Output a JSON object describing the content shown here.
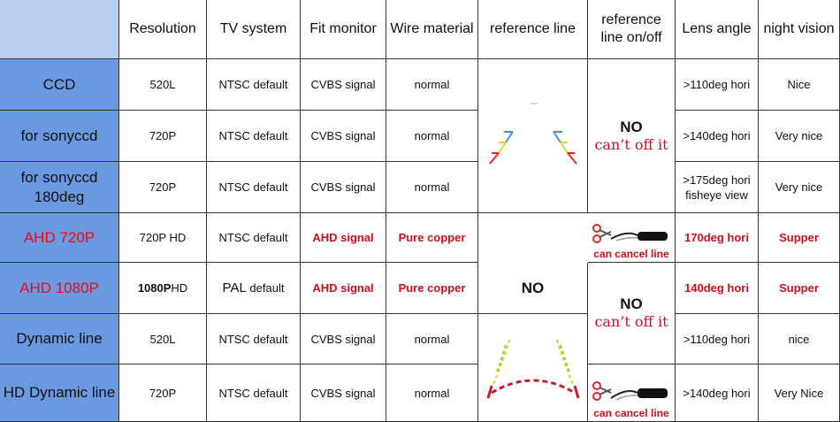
{
  "headers": {
    "resolution": "Resolution",
    "tv_system": "TV system",
    "fit_monitor": "Fit monitor",
    "wire_material": "Wire material",
    "reference_line": "reference line",
    "ref_on_off_line1": "reference",
    "ref_on_off_line2": "line on/off",
    "lens_angle": "Lens angle",
    "night_vision": "night vision"
  },
  "rows": [
    {
      "name": "CCD",
      "resolution": "520L",
      "tv": "NTSC default",
      "monitor": "CVBS signal",
      "wire": "normal",
      "lens": ">110deg hori",
      "night": "Nice"
    },
    {
      "name": "for sonyccd",
      "resolution": "720P",
      "tv": "NTSC default",
      "monitor": "CVBS signal",
      "wire": "normal",
      "lens": ">140deg hori",
      "night": "Very nice"
    },
    {
      "name_line1": "for sonyccd",
      "name_line2": "180deg",
      "resolution": "720P",
      "tv": "NTSC default",
      "monitor": "CVBS signal",
      "wire": "normal",
      "lens_line1": ">175deg hori",
      "lens_line2": "fisheye view",
      "night": "Very nice"
    },
    {
      "name": "AHD 720P",
      "resolution": "720P HD",
      "tv": "NTSC default",
      "monitor": "AHD signal",
      "wire": "Pure copper",
      "lens": "170deg hori",
      "night": "Supper"
    },
    {
      "name": "AHD 1080P",
      "resolution_bold": "1080P",
      "resolution_rest": " HD",
      "tv_pal": "PAL",
      "tv_rest": " default",
      "monitor": "AHD signal",
      "wire": "Pure copper",
      "lens": "140deg hori",
      "night": "Supper"
    },
    {
      "name": "Dynamic line",
      "resolution": "520L",
      "tv": "NTSC default",
      "monitor": "CVBS signal",
      "wire": "normal",
      "lens": ">110deg hori",
      "night": "nice"
    },
    {
      "name": "HD Dynamic line",
      "resolution": "720P",
      "tv": "NTSC default",
      "monitor": "CVBS signal",
      "wire": "normal",
      "lens": ">140deg hori",
      "night": "Very Nice"
    }
  ],
  "ref_line_no": "NO",
  "onoff": {
    "no": "NO",
    "cant": "can’t off it",
    "cancel": "can cancel line"
  },
  "colors": {
    "side_blue": "#6b99e0",
    "red_text": "#d30d1a",
    "header_blue": "#b7cfee"
  }
}
